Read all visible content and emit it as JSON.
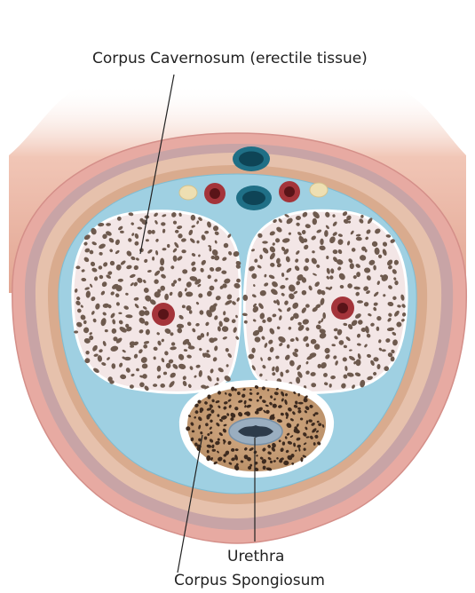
{
  "labels": {
    "corpus_cavernosum": "Corpus Cavernosum (erectile tissue)",
    "urethra": "Urethra",
    "corpus_spongiosum": "Corpus Spongiosum"
  },
  "colors": {
    "skin_shaft": "#e9b6a6",
    "outer_skin": "#e7aaa2",
    "fascia_band": "#c8a4a6",
    "subcutaneous": "#e6c1ac",
    "tunica_blue": "#9fd0e2",
    "chamber_fill": "#f3e6e6",
    "sinusoid": "#6e5a4e",
    "artery": "#a4343a",
    "vein": "#1f6f86",
    "nerve": "#eedfb2",
    "spongiosum_fill": "#c9a27c",
    "urethra": "#9aaec0"
  }
}
